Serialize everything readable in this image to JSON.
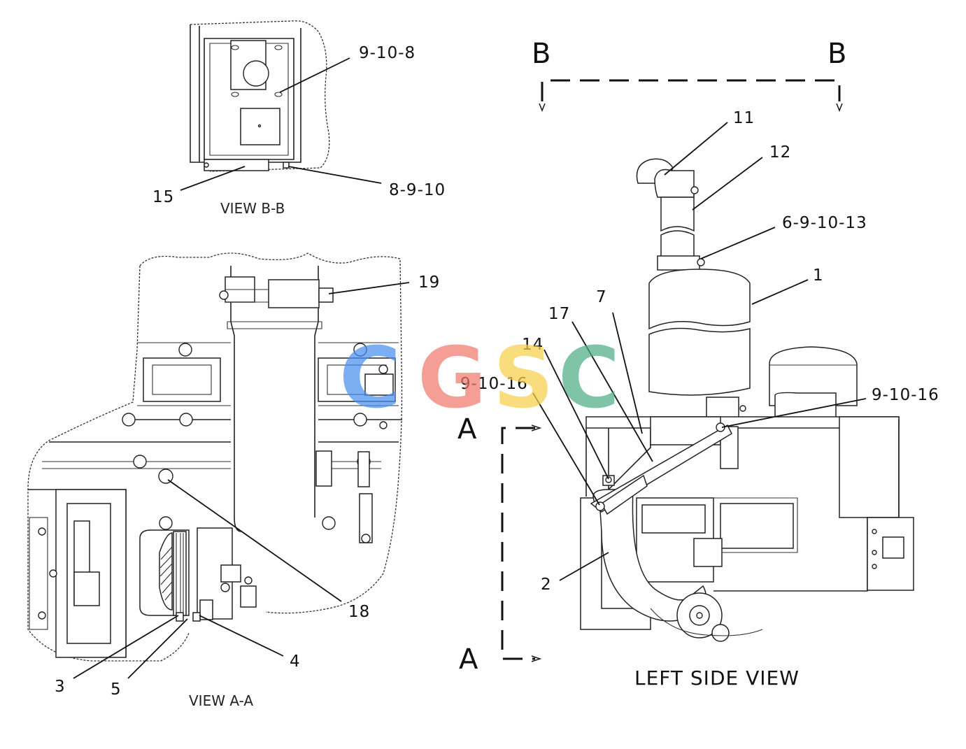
{
  "views": {
    "view_bb": {
      "title": "VIEW B-B"
    },
    "view_aa": {
      "title": "VIEW A-A"
    },
    "left_side": {
      "title": "LEFT SIDE VIEW"
    }
  },
  "section_markers": {
    "b_left": "B",
    "b_right": "B",
    "a_top": "A",
    "a_bottom": "A"
  },
  "callouts": {
    "bb_9_10_8": "9-10-8",
    "bb_8_9_10": "8-9-10",
    "bb_15": "15",
    "aa_19": "19",
    "aa_18": "18",
    "aa_3": "3",
    "aa_5": "5",
    "aa_4": "4",
    "ls_11": "11",
    "ls_12": "12",
    "ls_6_9_10_13": "6-9-10-13",
    "ls_1": "1",
    "ls_7": "7",
    "ls_17": "17",
    "ls_14": "14",
    "ls_9_10_16_left": "9-10-16",
    "ls_9_10_16_right": "9-10-16",
    "ls_2": "2"
  },
  "watermark": {
    "letters": [
      "C",
      "G",
      "S",
      "C"
    ],
    "colors": [
      "#4a8ff0",
      "#f07a6e",
      "#f7cf4a",
      "#4fae84"
    ]
  }
}
